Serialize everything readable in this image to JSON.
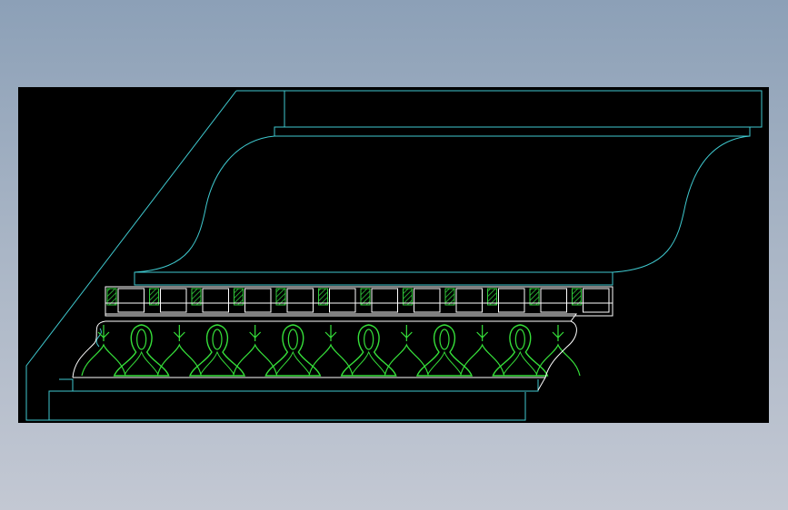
{
  "drawing": {
    "background_color": "#000000",
    "outline_color": "#3fc9cf",
    "detail_line_color": "#ffffff",
    "ornament_color": "#36e03a",
    "hatch_color": "#2fc83a",
    "dentil_count": 12,
    "ornament_count": 6,
    "leaf_count": 7
  }
}
